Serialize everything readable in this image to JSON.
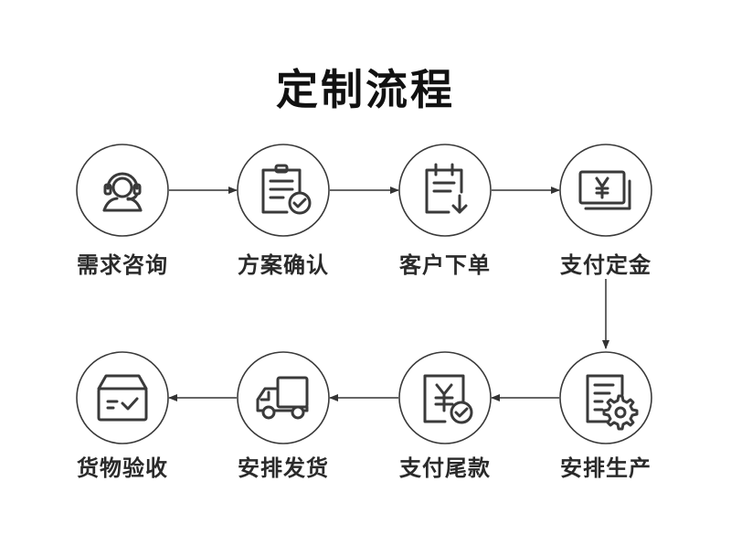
{
  "title": "定制流程",
  "colors": {
    "stroke": "#3a3a3a",
    "arrow": "#333333",
    "text": "#2a2a2a"
  },
  "steps": [
    {
      "label": "需求咨询",
      "icon": "headset-person-icon"
    },
    {
      "label": "方案确认",
      "icon": "clipboard-check-icon"
    },
    {
      "label": "客户下单",
      "icon": "order-download-icon"
    },
    {
      "label": "支付定金",
      "icon": "yuan-cards-icon"
    },
    {
      "label": "安排生产",
      "icon": "document-gear-icon"
    },
    {
      "label": "支付尾款",
      "icon": "yuan-document-check-icon"
    },
    {
      "label": "安排发货",
      "icon": "delivery-truck-icon"
    },
    {
      "label": "货物验收",
      "icon": "package-check-icon"
    }
  ]
}
